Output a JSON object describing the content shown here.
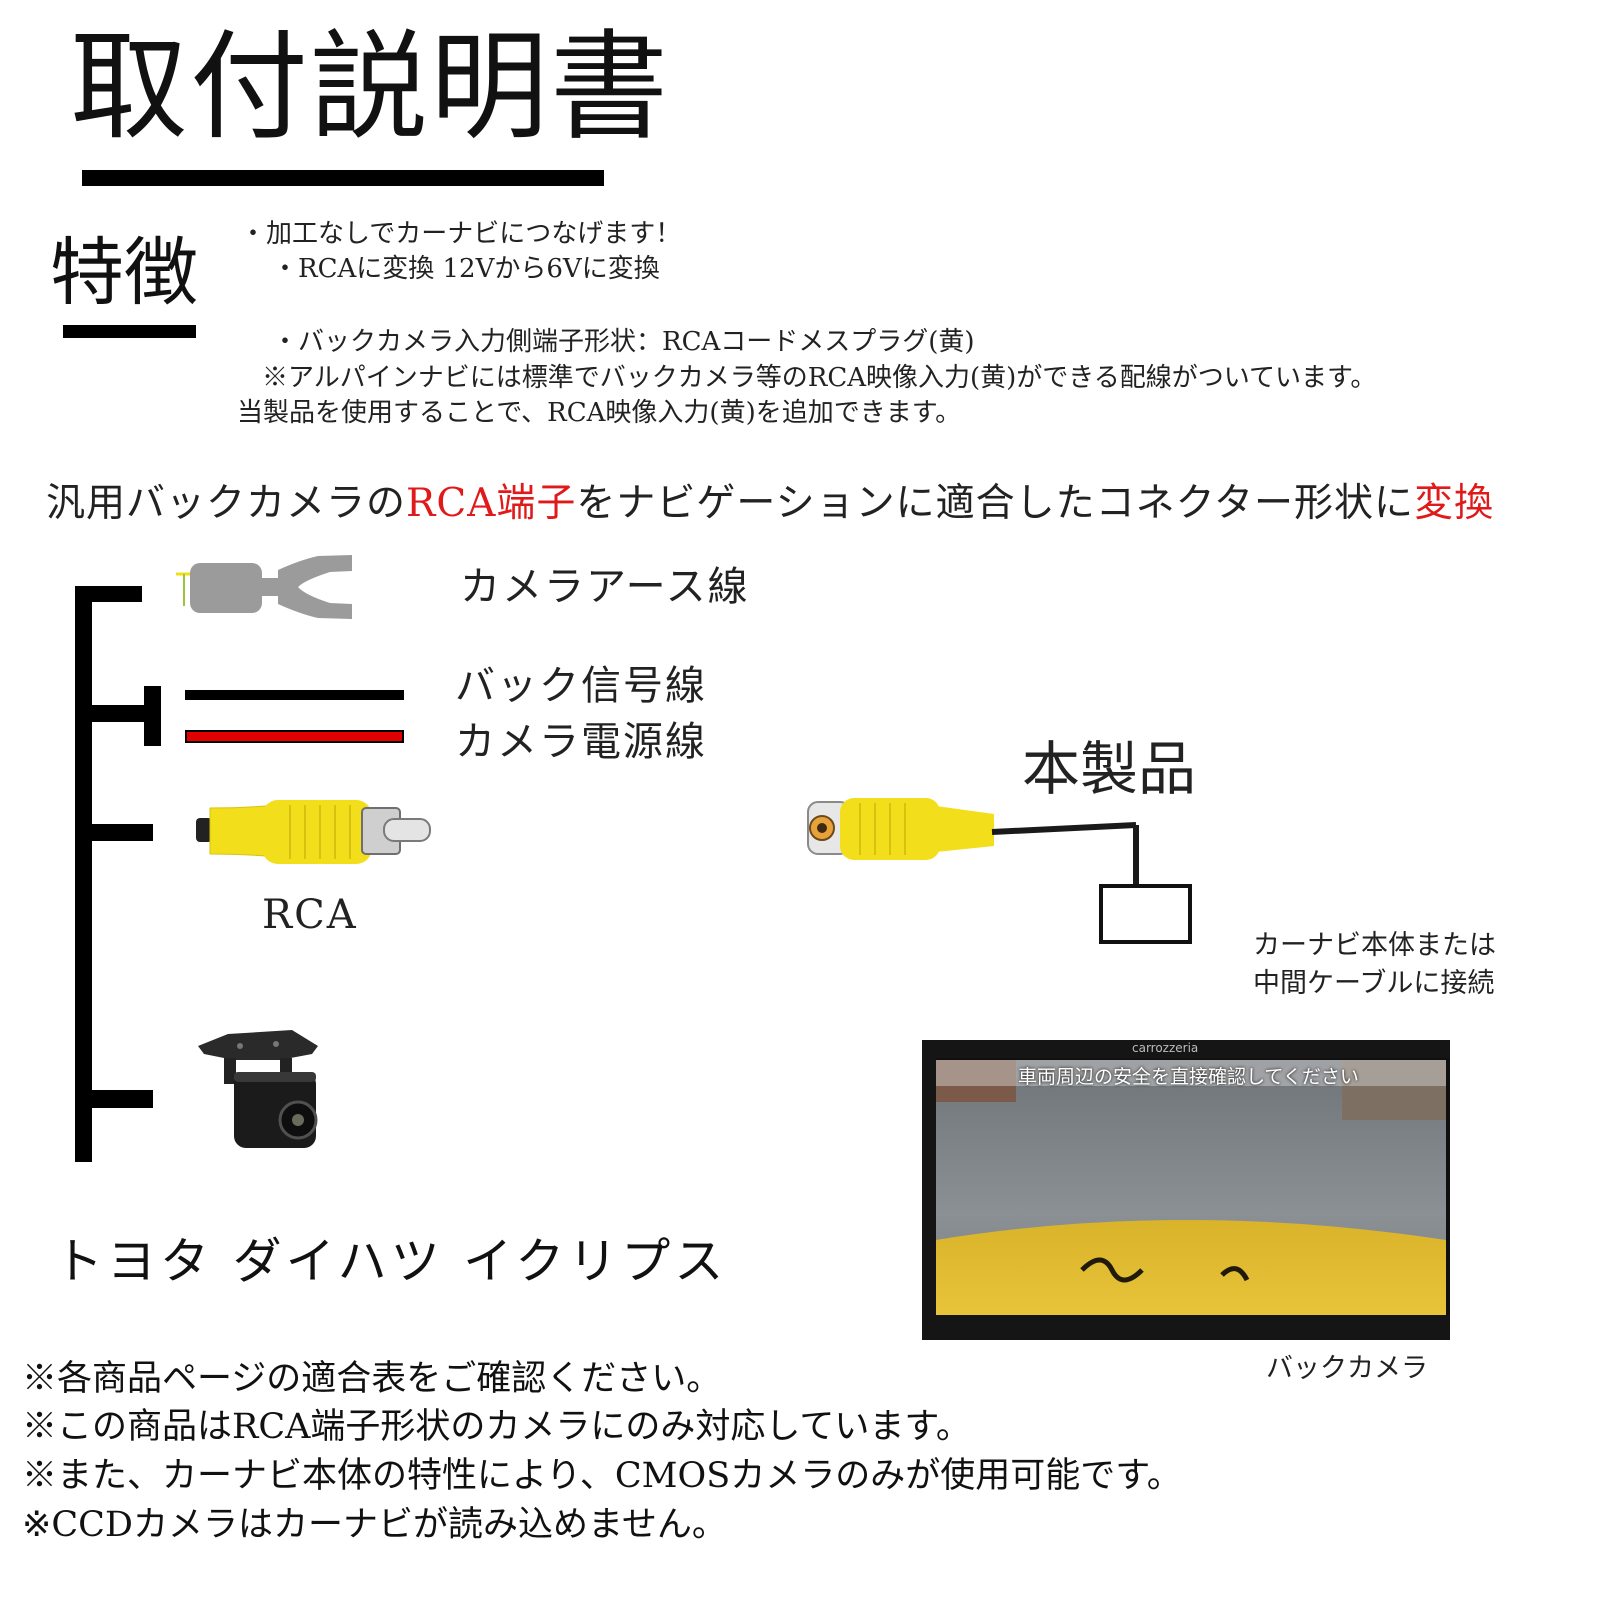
{
  "title": "取付説明書",
  "features": {
    "heading": "特徴",
    "lines": [
      "・加工なしでカーナビにつなげます！",
      "・RCAに変換 12Vから6Vに変換",
      "・バックカメラ入力側端子形状：RCAコードメスプラグ(黄)",
      "※アルパインナビには標準でバックカメラ等のRCA映像入力(黄)ができる配線がついています。",
      "当製品を使用することで、RCA映像入力(黄)を追加できます。"
    ]
  },
  "headline": {
    "part1": "汎用バックカメラの",
    "highlight1": "RCA端子",
    "part2": "をナビゲーションに適合したコネクター形状に",
    "highlight2": "変換"
  },
  "diagram": {
    "earth_wire_label": "カメラアース線",
    "back_signal_label": "バック信号線",
    "camera_power_label": "カメラ電源線",
    "rca_label": "RCA",
    "product_label": "本製品",
    "connect_note_line1": "カーナビ本体または",
    "connect_note_line2": "中間ケーブルに接続",
    "compat_brands": "トヨタ ダイハツ イクリプス",
    "photo_caption": "バックカメラ",
    "photo_overlay_text": "車両周辺の安全を直接確認してください",
    "photo_brand_text": "carrozzeria"
  },
  "notes": [
    "※各商品ページの適合表をご確認ください。",
    "※この商品はRCA端子形状のカメラにのみ対応しています。",
    "※また、カーナビ本体の特性により、CMOSカメラのみが使用可能です。",
    "※CCDカメラはカーナビが読み込めません。"
  ],
  "colors": {
    "accent_red": "#e01a1a",
    "rca_yellow": "#f2de1a",
    "power_wire_red": "#e00000",
    "lug_gray": "#9b9b9b"
  }
}
